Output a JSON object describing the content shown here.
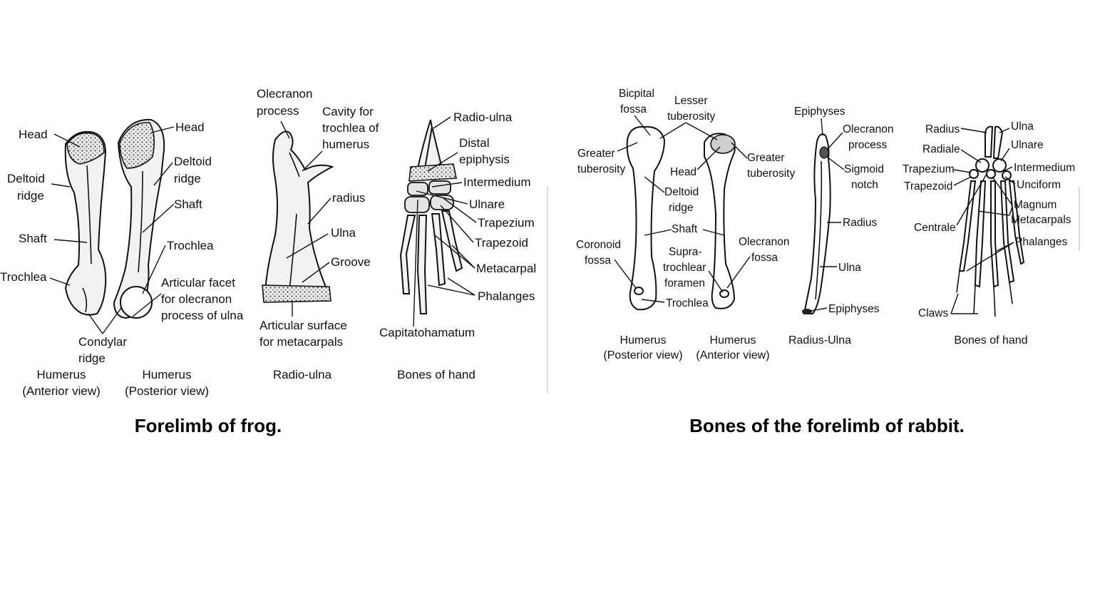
{
  "frog": {
    "title": "Forelimb of frog.",
    "captions": {
      "humerus_anterior_1": "Humerus",
      "humerus_anterior_2": "(Anterior view)",
      "humerus_posterior_1": "Humerus",
      "humerus_posterior_2": "(Posterior view)",
      "radio_ulna": "Radio-ulna",
      "hand": "Bones of hand"
    },
    "labels": {
      "head_left": "Head",
      "deltoid_left_1": "Deltoid",
      "deltoid_left_2": "ridge",
      "shaft_left": "Shaft",
      "trochlea_left": "Trochlea",
      "condylar_1": "Condylar",
      "condylar_2": "ridge",
      "head_right": "Head",
      "deltoid_right_1": "Deltoid",
      "deltoid_right_2": "ridge",
      "shaft_right": "Shaft",
      "trochlea_right": "Trochlea",
      "articular_facet_1": "Articular facet",
      "articular_facet_2": "for olecranon",
      "articular_facet_3": "process of ulna",
      "olecranon_1": "Olecranon",
      "olecranon_2": "process",
      "cavity_1": "Cavity for",
      "cavity_2": "trochlea of",
      "cavity_3": "humerus",
      "radius": "radius",
      "ulna": "Ulna",
      "groove": "Groove",
      "articular_surface_1": "Articular surface",
      "articular_surface_2": "for metacarpals",
      "radio_ulna": "Radio-ulna",
      "distal_1": "Distal",
      "distal_2": "epiphysis",
      "intermedium": "Intermedium",
      "ulnare": "Ulnare",
      "trapezium": "Trapezium",
      "trapezoid": "Trapezoid",
      "metacarpal": "Metacarpal",
      "phalanges": "Phalanges",
      "capitatohamatum": "Capitatohamatum"
    }
  },
  "rabbit": {
    "title": "Bones of the forelimb of rabbit.",
    "captions": {
      "humerus_posterior_1": "Humerus",
      "humerus_posterior_2": "(Posterior view)",
      "humerus_anterior_1": "Humerus",
      "humerus_anterior_2": "(Anterior view)",
      "radius_ulna": "Radius-Ulna",
      "hand": "Bones of hand"
    },
    "labels": {
      "bicpital_1": "Bicpital",
      "bicpital_2": "fossa",
      "lesser_1": "Lesser",
      "lesser_2": "tuberosity",
      "greater_left_1": "Greater",
      "greater_left_2": "tuberosity",
      "head": "Head",
      "greater_right_1": "Greater",
      "greater_right_2": "tuberosity",
      "deltoid_1": "Deltoid",
      "deltoid_2": "ridge",
      "shaft": "Shaft",
      "coronoid_1": "Coronoid",
      "coronoid_2": "fossa",
      "supra_1": "Supra-",
      "supra_2": "trochlear",
      "supra_3": "foramen",
      "olecranon_fossa_1": "Olecranon",
      "olecranon_fossa_2": "fossa",
      "trochlea": "Trochlea",
      "epiphyses_top": "Epiphyses",
      "olecranon_process_1": "Olecranon",
      "olecranon_process_2": "process",
      "sigmoid_1": "Sigmoid",
      "sigmoid_2": "notch",
      "radius": "Radius",
      "ulna": "Ulna",
      "epiphyses_bottom": "Epiphyses",
      "hand_radius": "Radius",
      "hand_ulna": "Ulna",
      "radiale": "Radiale",
      "ulnare": "Ulnare",
      "trapezium": "Trapezium",
      "intermedium": "Intermedium",
      "trapezoid": "Trapezoid",
      "unciform": "Unciform",
      "magnum": "Magnum",
      "metacarpals": "Metacarpals",
      "centrale": "Centrale",
      "phalanges": "Phalanges",
      "claws": "Claws"
    }
  }
}
